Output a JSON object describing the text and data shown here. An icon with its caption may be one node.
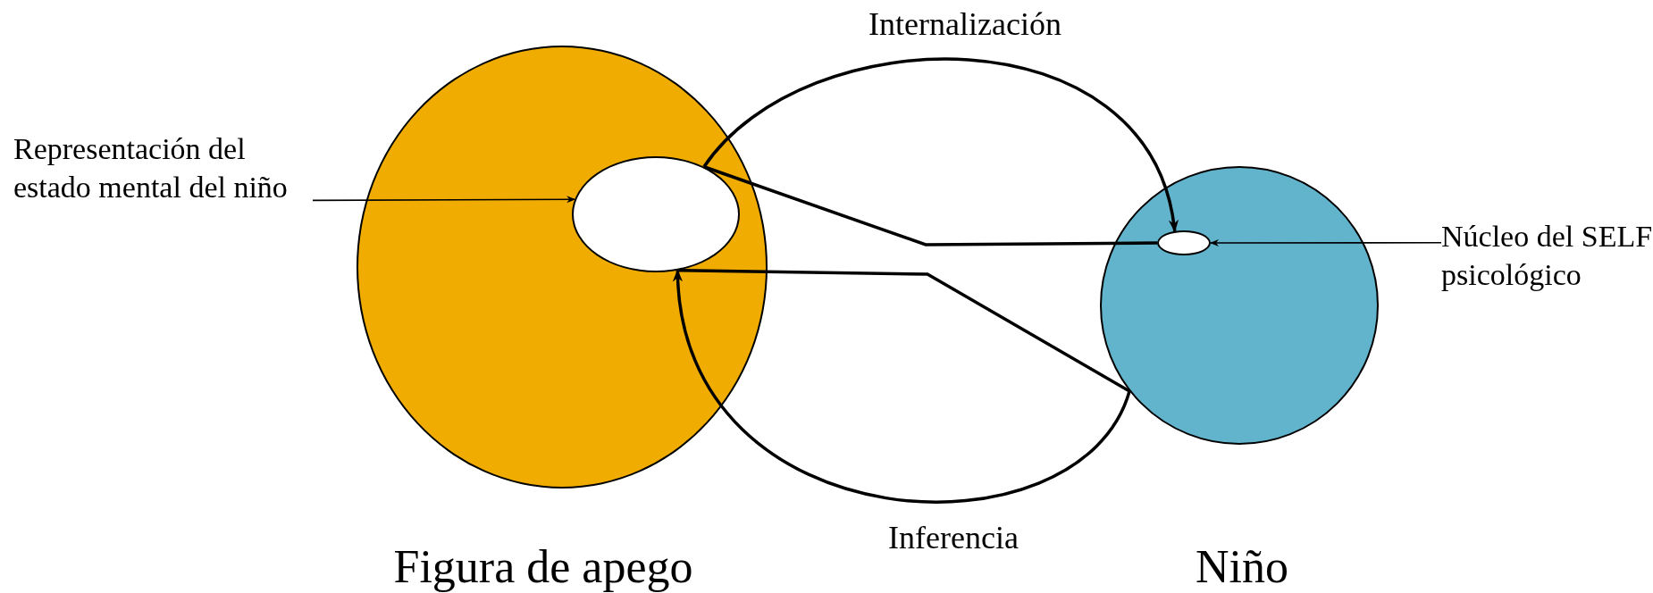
{
  "diagram": {
    "nodes": [
      {
        "text": [
          "Figura de apego"
        ]
      },
      {
        "text": [],
        "shape": "ellipse",
        "in": 0
      },
      {
        "text": [
          "Niño"
        ]
      },
      {
        "text": [],
        "shape": "ellipse",
        "in": 2
      },
      {
        "text": [
          "Representación del estado mental del niño"
        ]
      },
      {
        "text": [
          "Núcleo del SELF psicológico"
        ]
      }
    ],
    "edges": [
      {
        "from": 4,
        "to": 1,
        "arrow": "to"
      },
      {
        "from": 5,
        "to": 3,
        "arrow": "to"
      },
      {
        "from": 1,
        "to": 3,
        "arrow": "to",
        "label": "Internalización"
      },
      {
        "from": 1,
        "to": 3,
        "arrow": "none"
      },
      {
        "from": 2,
        "to": 1,
        "arrow": "to",
        "label": "Inferencia"
      },
      {
        "from": 1,
        "to": 2,
        "arrow": "none"
      }
    ]
  }
}
